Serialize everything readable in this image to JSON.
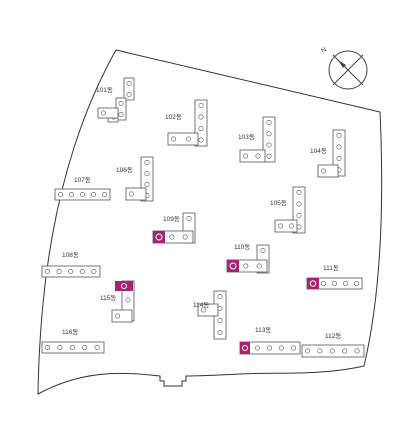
{
  "map": {
    "colors": {
      "outline": "#333333",
      "building_fill": "#ffffff",
      "building_stroke": "#555555",
      "highlight": "#a8246f",
      "highlight_inner": "#ffffff",
      "compass": "#444444",
      "background": "#ffffff"
    },
    "compass": {
      "letter": "N",
      "icon": "compass-rose-icon"
    },
    "highlight_icon": "unit-location-icon",
    "buildings": [
      {
        "id": "101",
        "label": "101동",
        "shape": "L-diag",
        "highlighted": false
      },
      {
        "id": "102",
        "label": "102동",
        "shape": "L-vert",
        "highlighted": false
      },
      {
        "id": "103",
        "label": "103동",
        "shape": "L-vert",
        "highlighted": false
      },
      {
        "id": "104",
        "label": "104동",
        "shape": "L-vert",
        "highlighted": false
      },
      {
        "id": "105",
        "label": "105동",
        "shape": "L-vert",
        "highlighted": false
      },
      {
        "id": "106",
        "label": "106동",
        "shape": "L-vert",
        "highlighted": false
      },
      {
        "id": "107",
        "label": "107동",
        "shape": "bar",
        "highlighted": false
      },
      {
        "id": "108",
        "label": "108동",
        "shape": "bar",
        "highlighted": false
      },
      {
        "id": "109",
        "label": "109동",
        "shape": "L-horiz",
        "highlighted": true
      },
      {
        "id": "110",
        "label": "110동",
        "shape": "L-horiz",
        "highlighted": true
      },
      {
        "id": "111",
        "label": "111동",
        "shape": "bar",
        "highlighted": true
      },
      {
        "id": "112",
        "label": "112동",
        "shape": "bar",
        "highlighted": false
      },
      {
        "id": "113",
        "label": "113동",
        "shape": "bar",
        "highlighted": true
      },
      {
        "id": "114",
        "label": "114동",
        "shape": "L-vert",
        "highlighted": false
      },
      {
        "id": "115",
        "label": "115동",
        "shape": "L-vert",
        "highlighted": true
      },
      {
        "id": "116",
        "label": "116동",
        "shape": "bar",
        "highlighted": false
      }
    ]
  }
}
